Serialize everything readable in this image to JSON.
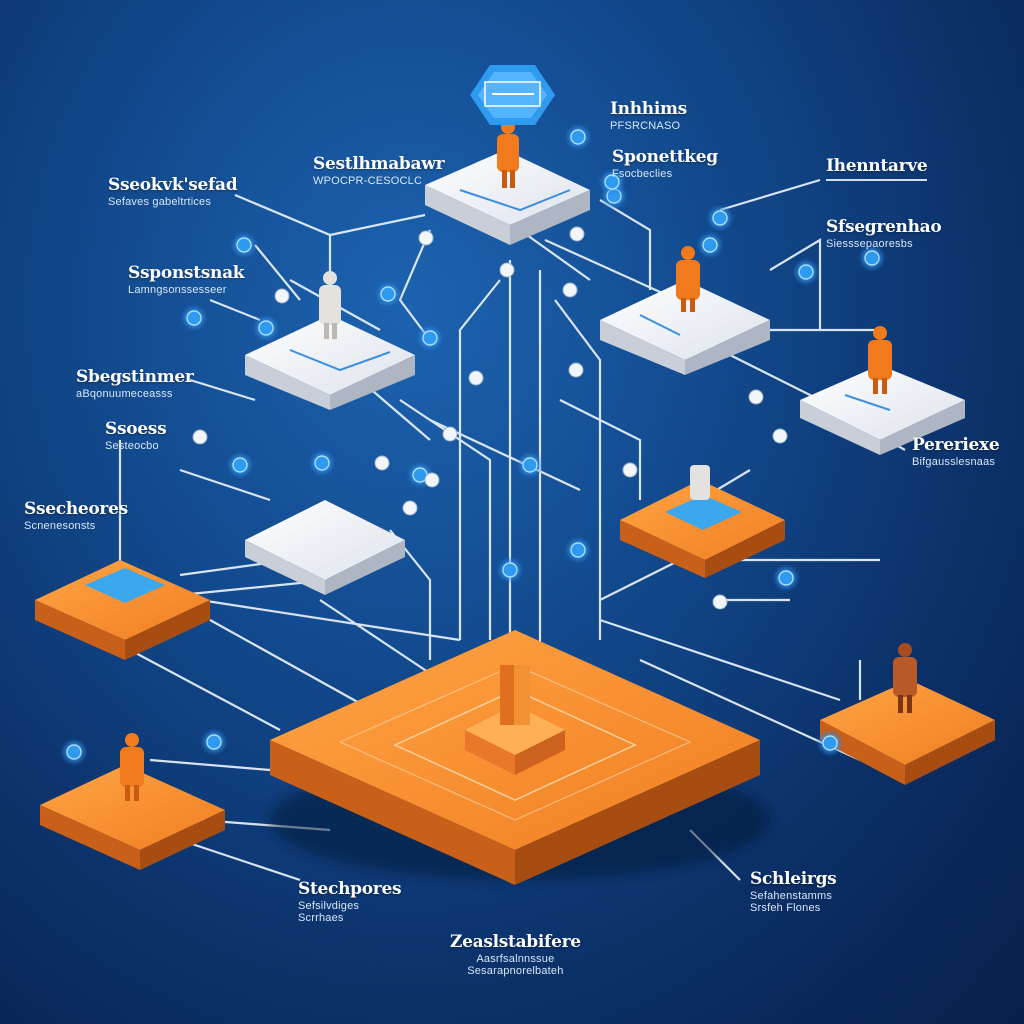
{
  "colors": {
    "background": "#0d3a78",
    "platform_orange": "#f08a2a",
    "platform_white": "#f4f6fa",
    "node_blue": "#2f9bf0",
    "connector": "#eaf2fb",
    "person_orange": "#f07a1c",
    "person_white": "#e4e2de"
  },
  "icons": {
    "top_hex": "hexagon-screen-icon",
    "node": "glowing-node-icon",
    "person": "person-figure-icon"
  },
  "labels": {
    "top_right_1": {
      "title": "Inhhims",
      "subtitle": "PFSRCNASO"
    },
    "top_right_2": {
      "title": "Sponettkeg",
      "subtitle": "Fsocbeclies"
    },
    "top_center_left": {
      "title": "Sestlhmabawr",
      "subtitle": "WPOCPR-CESOCLC"
    },
    "left_1": {
      "title": "Sseokvk'sefad",
      "subtitle": "Sefaves gabeltrtices"
    },
    "left_2": {
      "title": "Ssponstsnak",
      "subtitle": "Lamngsonssesseer"
    },
    "left_3": {
      "title": "Sbegstinmer",
      "subtitle": "aBqonuumeceasss"
    },
    "left_4": {
      "title": "Ssoess",
      "subtitle": "Sesteocbo"
    },
    "left_5": {
      "title": "Ssecheores",
      "subtitle": "Scnenesonsts"
    },
    "right_1": {
      "title": "Ihenntarve",
      "subtitle": ""
    },
    "right_2": {
      "title": "Sfsegrenhao",
      "subtitle": "Siesssepaoresbs"
    },
    "right_3": {
      "title": "Pereriexe",
      "subtitle": "Bifgausslesnaas"
    },
    "bottom_center": {
      "title": "Stechpores",
      "subtitle": "Sefsilvdiges",
      "extra": "Scrrhaes"
    },
    "bottom_right": {
      "title": "Schleirgs",
      "subtitle": "Sefahenstamms",
      "extra": "Srsfeh Flones"
    },
    "bottom_title": {
      "title": "Zeaslstabifere",
      "subtitle": "Aasrfsalnnssue",
      "extra": "Sesarapnorelbateh"
    }
  }
}
